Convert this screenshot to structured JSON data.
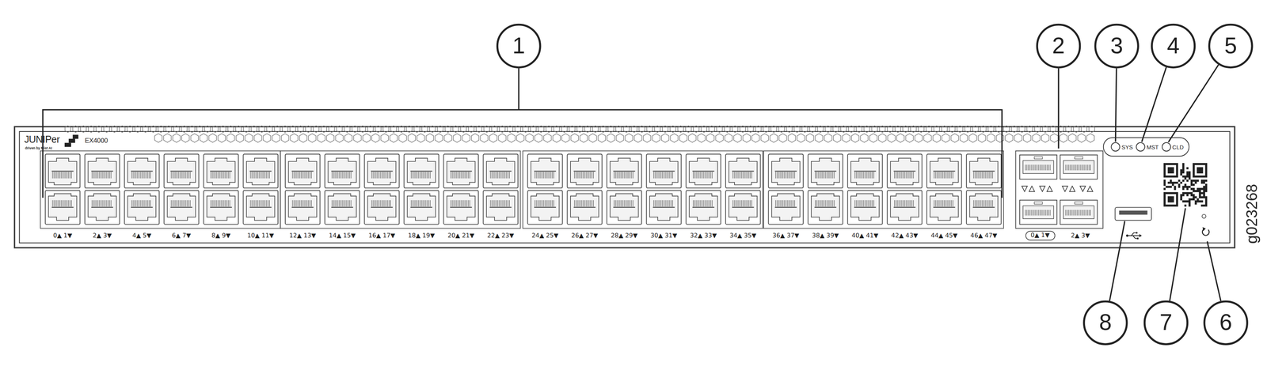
{
  "diagram": {
    "nodes": [
      {
        "text": [
          "1"
        ]
      },
      {
        "text": [
          "2"
        ]
      },
      {
        "text": [
          "3"
        ]
      },
      {
        "text": [
          "4"
        ]
      },
      {
        "text": [
          "5"
        ]
      },
      {
        "text": [
          "8"
        ]
      },
      {
        "text": [
          "7"
        ]
      },
      {
        "text": [
          "6"
        ]
      },
      {
        "text": [
          "SYS",
          "MST",
          "CLD"
        ]
      },
      {
        "text": [
          "0▲ 1▼"
        ]
      }
    ],
    "labels": [
      "JUNIPer",
      "driven by Mist AI",
      "EX4000",
      "0▲ 1▼",
      "2▲ 3▼",
      "4▲ 5▼",
      "6▲ 7▼",
      "8▲ 9▼",
      "10▲ 11▼",
      "12▲ 13▼",
      "14▲ 15▼",
      "16▲ 17▼",
      "18▲ 19▼",
      "20▲ 21▼",
      "22▲ 23▼",
      "24▲ 25▼",
      "26▲ 27▼",
      "28▲ 29▼",
      "30▲ 31▼",
      "32▲ 33▼",
      "34▲ 35▼",
      "36▲ 37▼",
      "38▲ 39▼",
      "40▲ 41▼",
      "42▲ 43▼",
      "44▲ 45▼",
      "46▲ 47▼",
      "2▲ 3▼",
      "g023268"
    ]
  }
}
